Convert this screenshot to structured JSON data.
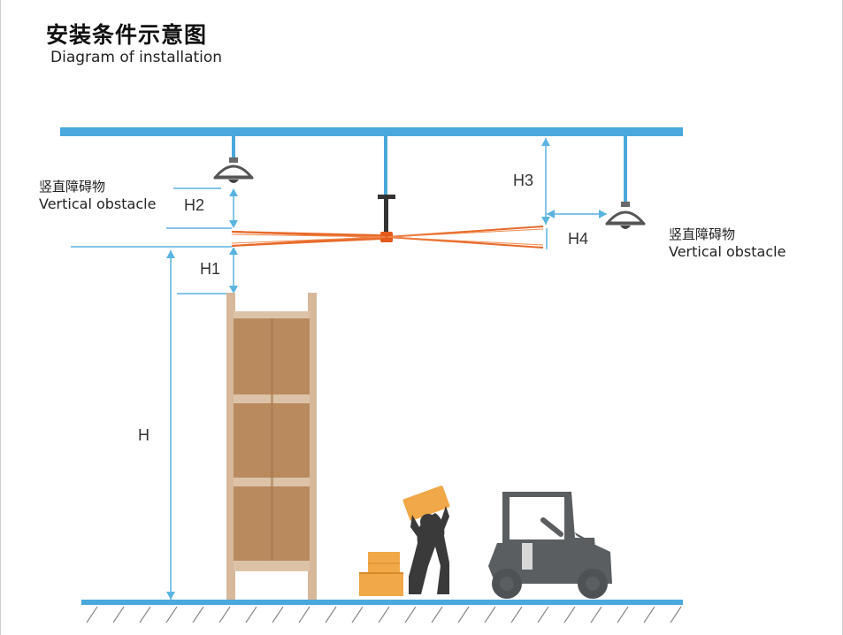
{
  "title": {
    "zh": "安装条件示意图",
    "en": "Diagram of installation"
  },
  "obstacle_left": {
    "zh": "竖直障碍物",
    "en": "Vertical obstacle"
  },
  "obstacle_right": {
    "zh": "竖直障碍物",
    "en": "Vertical obstacle"
  },
  "dimensions": {
    "h": "H",
    "h1": "H1",
    "h2": "H2",
    "h3": "H3",
    "h4": "H4"
  },
  "colors": {
    "beam": "#4aa8dc",
    "dimension_line": "#5ab4e2",
    "blade": "#e86a2a",
    "rack": "#d7b89a",
    "box": "#b98a5e",
    "silhouette": "#3a3a3a",
    "forklift": "#5a5e60",
    "lamp": "#6a6a6a"
  }
}
